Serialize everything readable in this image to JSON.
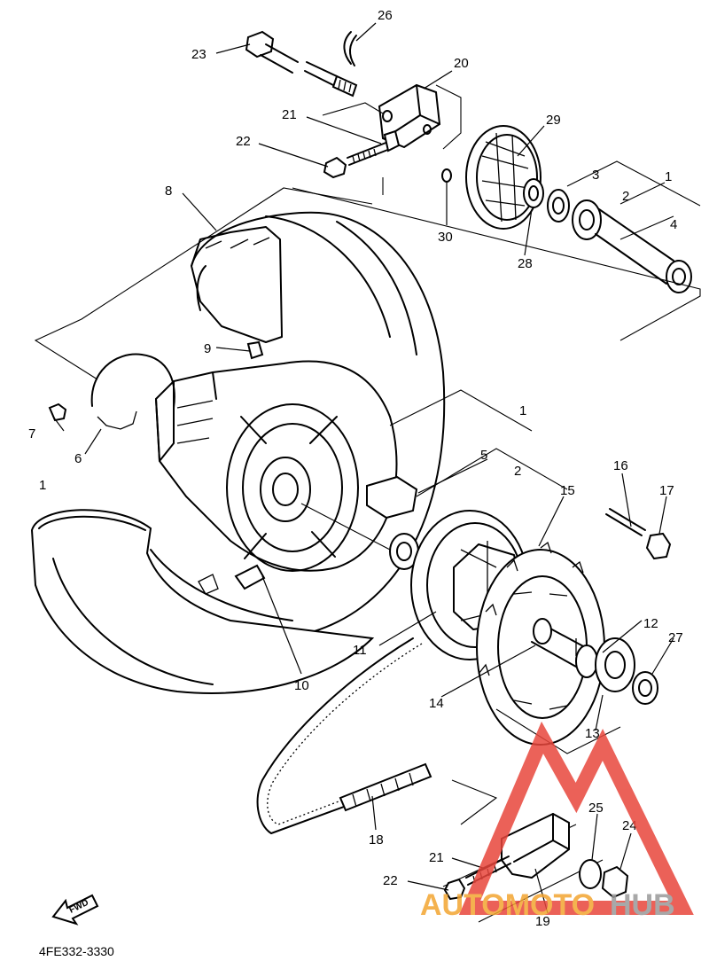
{
  "diagram": {
    "code": "4FE332-3330",
    "fwd_label": "FWD",
    "watermark": {
      "part1": "AUTOMOTO",
      "part2": "HUB"
    },
    "callouts": [
      "1",
      "2",
      "3",
      "4",
      "5",
      "6",
      "7",
      "8",
      "9",
      "10",
      "11",
      "12",
      "13",
      "14",
      "15",
      "16",
      "17",
      "18",
      "19",
      "20",
      "21",
      "22",
      "23",
      "24",
      "25",
      "26",
      "27",
      "28",
      "29",
      "30"
    ]
  },
  "colors": {
    "line": "#000000",
    "watermark_red": "#e8463c",
    "watermark_orange": "#f3a531",
    "watermark_gray": "#9a9a9a"
  }
}
